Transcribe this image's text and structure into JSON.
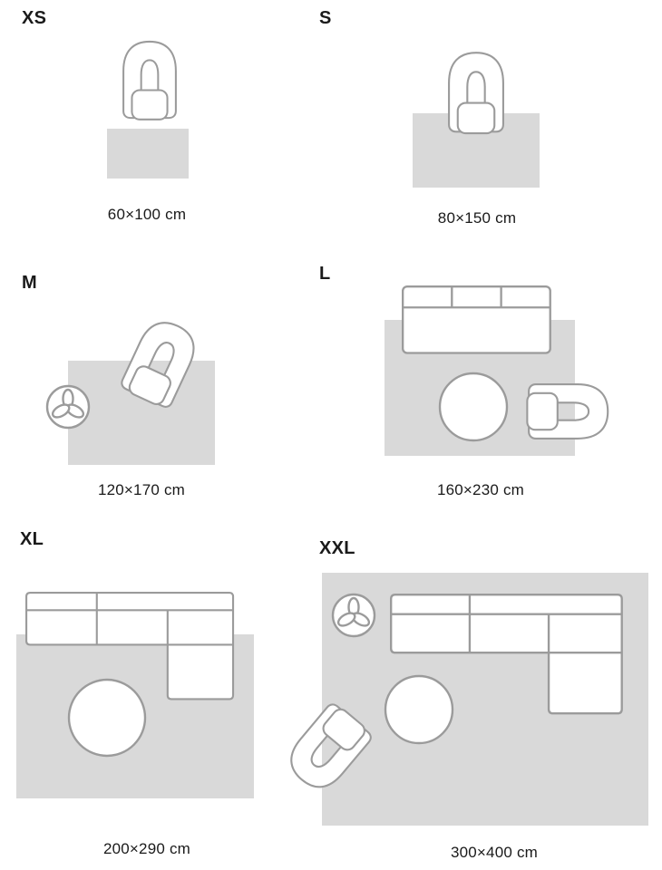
{
  "colors": {
    "background": "#ffffff",
    "rug_fill": "#d9d9d9",
    "line_color": "#9b9b9b",
    "text_color": "#1a1a1a"
  },
  "sizes": [
    {
      "id": "xs",
      "label": "XS",
      "caption": "60×100 cm",
      "furniture": [
        "armchair"
      ]
    },
    {
      "id": "s",
      "label": "S",
      "caption": "80×150 cm",
      "furniture": [
        "armchair"
      ]
    },
    {
      "id": "m",
      "label": "M",
      "caption": "120×170 cm",
      "furniture": [
        "armchair",
        "plant"
      ]
    },
    {
      "id": "l",
      "label": "L",
      "caption": "160×230 cm",
      "furniture": [
        "sofa",
        "coffee-table",
        "armchair"
      ]
    },
    {
      "id": "xl",
      "label": "XL",
      "caption": "200×290 cm",
      "furniture": [
        "corner-sofa",
        "coffee-table"
      ]
    },
    {
      "id": "xxl",
      "label": "XXL",
      "caption": "300×400 cm",
      "furniture": [
        "corner-sofa",
        "coffee-table",
        "armchair",
        "plant"
      ]
    }
  ]
}
